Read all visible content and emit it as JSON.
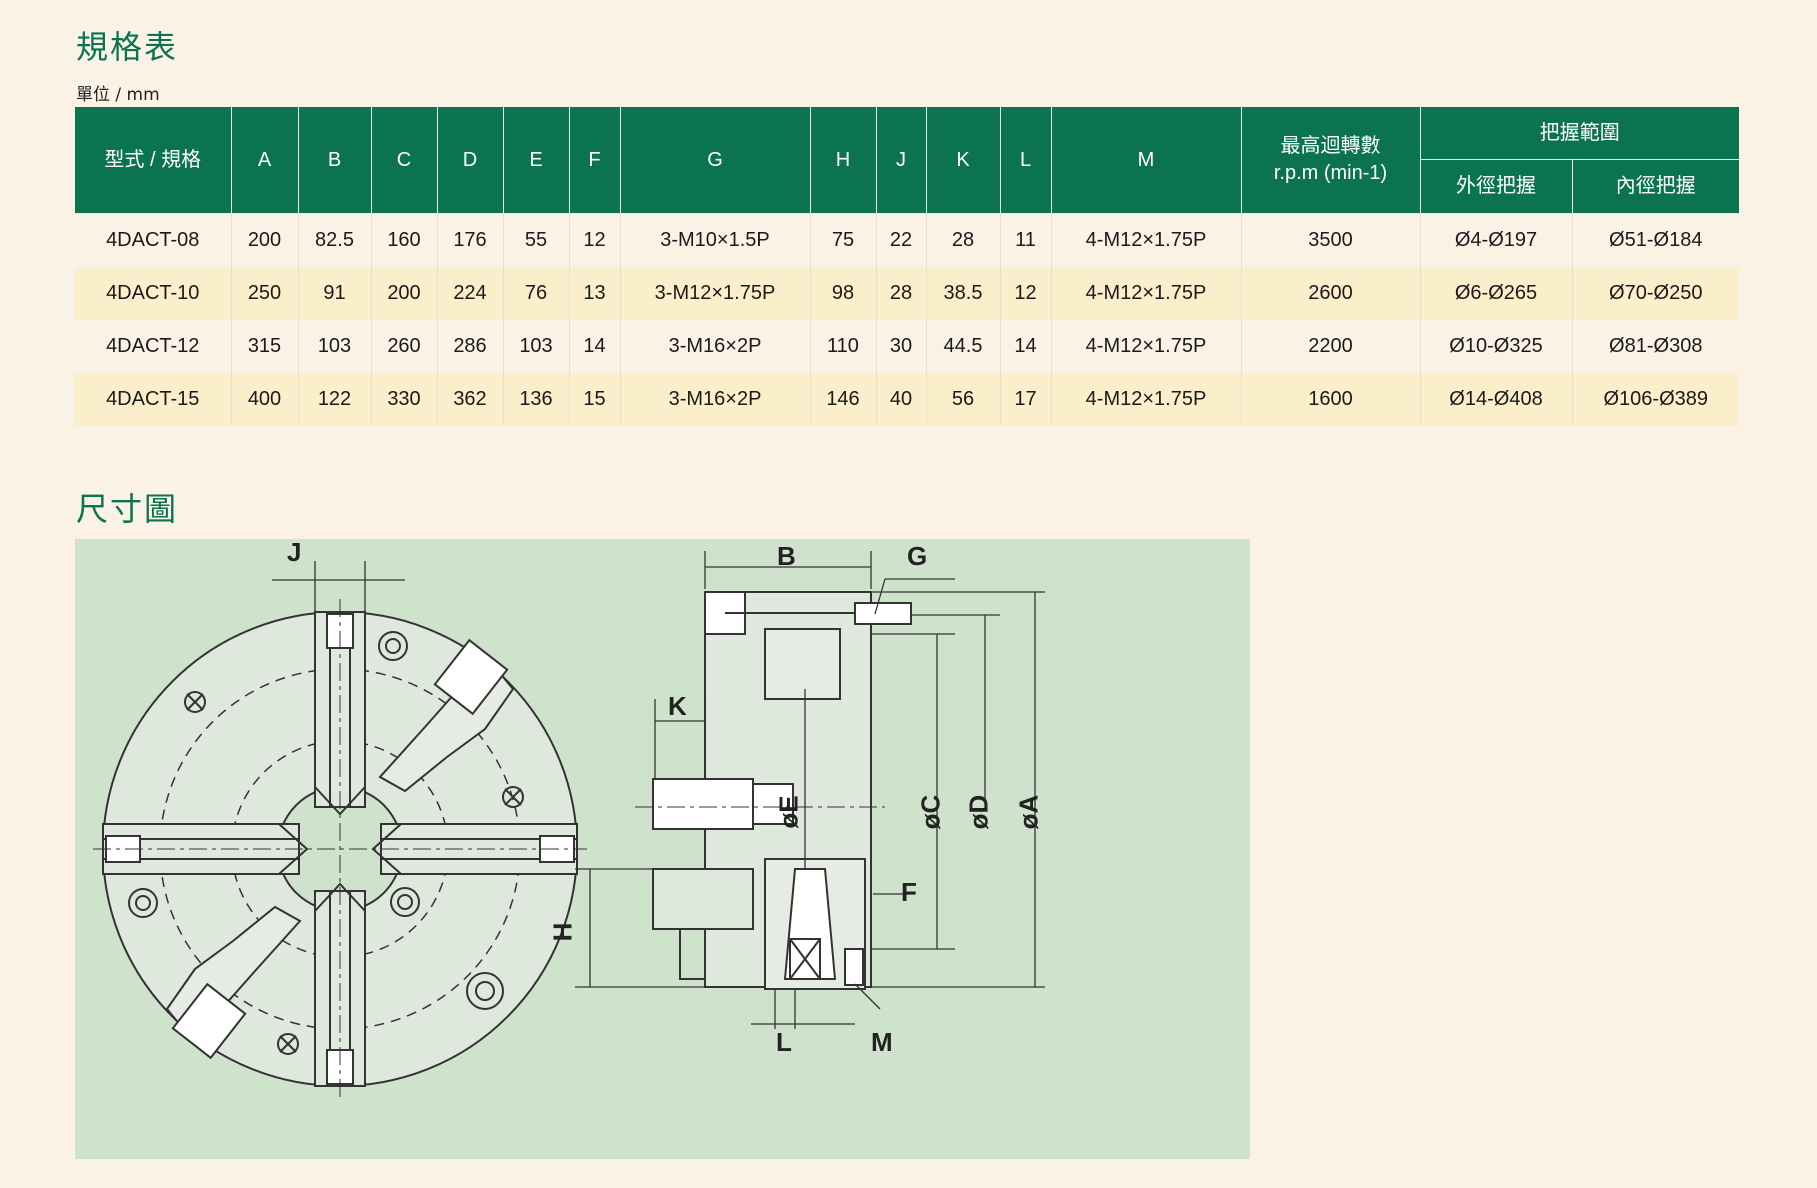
{
  "spec_section": {
    "title": "規格表",
    "unit": "單位 / mm",
    "columns": [
      "型式 / 規格",
      "A",
      "B",
      "C",
      "D",
      "E",
      "F",
      "G",
      "H",
      "J",
      "K",
      "L",
      "M"
    ],
    "max_rpm_header": "最高迴轉數 r.p.m (min-1)",
    "grip_range_header": "把握範圍",
    "grip_outer_header": "外徑把握",
    "grip_inner_header": "內徑把握",
    "rows": [
      [
        "4DACT-08",
        "200",
        "82.5",
        "160",
        "176",
        "55",
        "12",
        "3-M10×1.5P",
        "75",
        "22",
        "28",
        "11",
        "4-M12×1.75P",
        "3500",
        "Ø4-Ø197",
        "Ø51-Ø184"
      ],
      [
        "4DACT-10",
        "250",
        "91",
        "200",
        "224",
        "76",
        "13",
        "3-M12×1.75P",
        "98",
        "28",
        "38.5",
        "12",
        "4-M12×1.75P",
        "2600",
        "Ø6-Ø265",
        "Ø70-Ø250"
      ],
      [
        "4DACT-12",
        "315",
        "103",
        "260",
        "286",
        "103",
        "14",
        "3-M16×2P",
        "110",
        "30",
        "44.5",
        "14",
        "4-M12×1.75P",
        "2200",
        "Ø10-Ø325",
        "Ø81-Ø308"
      ],
      [
        "4DACT-15",
        "400",
        "122",
        "330",
        "362",
        "136",
        "15",
        "3-M16×2P",
        "146",
        "40",
        "56",
        "17",
        "4-M12×1.75P",
        "1600",
        "Ø14-Ø408",
        "Ø106-Ø389"
      ]
    ]
  },
  "diagram_section": {
    "title": "尺寸圖",
    "labels": {
      "J": "J",
      "B": "B",
      "G": "G",
      "K": "K",
      "H": "H",
      "E": "øE",
      "C": "øC",
      "D": "øD",
      "A": "øA",
      "F": "F",
      "L": "L",
      "M": "M"
    }
  },
  "colors": {
    "header_green": "#0b7350",
    "page_bg": "#faf2e5",
    "row_alt": "#fbefcb",
    "diagram_bg": "#cfe3cc"
  }
}
